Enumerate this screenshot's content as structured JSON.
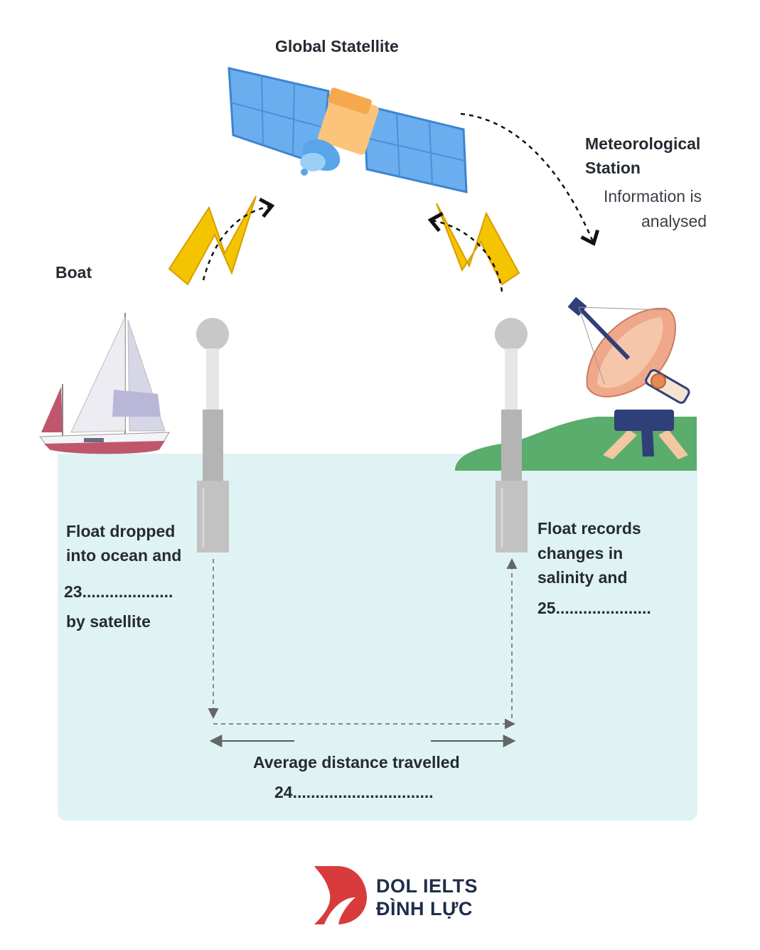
{
  "labels": {
    "satellite": "Global Statellite",
    "station_line1": "Meteorological",
    "station_line2": "Station",
    "station_info_line1": "Information is",
    "station_info_line2": "analysed",
    "boat": "Boat",
    "float_left_line1": "Float dropped",
    "float_left_line2": "into ocean and",
    "blank_23": "23....................",
    "float_left_line3": "by satellite",
    "float_right_line1": "Float records",
    "float_right_line2": "changes in",
    "float_right_line3": "salinity and",
    "blank_25": "25.....................",
    "distance": "Average distance travelled",
    "blank_24": "24..............................."
  },
  "logo": {
    "line1": "DOL IELTS",
    "line2": "ĐÌNH LỰC"
  },
  "colors": {
    "ocean": "#e0f3f4",
    "land": "#5aad6c",
    "bolt": "#f5c400",
    "solar_panel": "#5aa5e8",
    "float": "#c7c7c7",
    "logo_red": "#d83b3b",
    "logo_text": "#1f2d4a"
  },
  "icons": [
    "satellite-icon",
    "lightning-bolt-icon",
    "sailboat-icon",
    "float-buoy-icon",
    "radar-dish-icon",
    "dol-logo-icon"
  ]
}
